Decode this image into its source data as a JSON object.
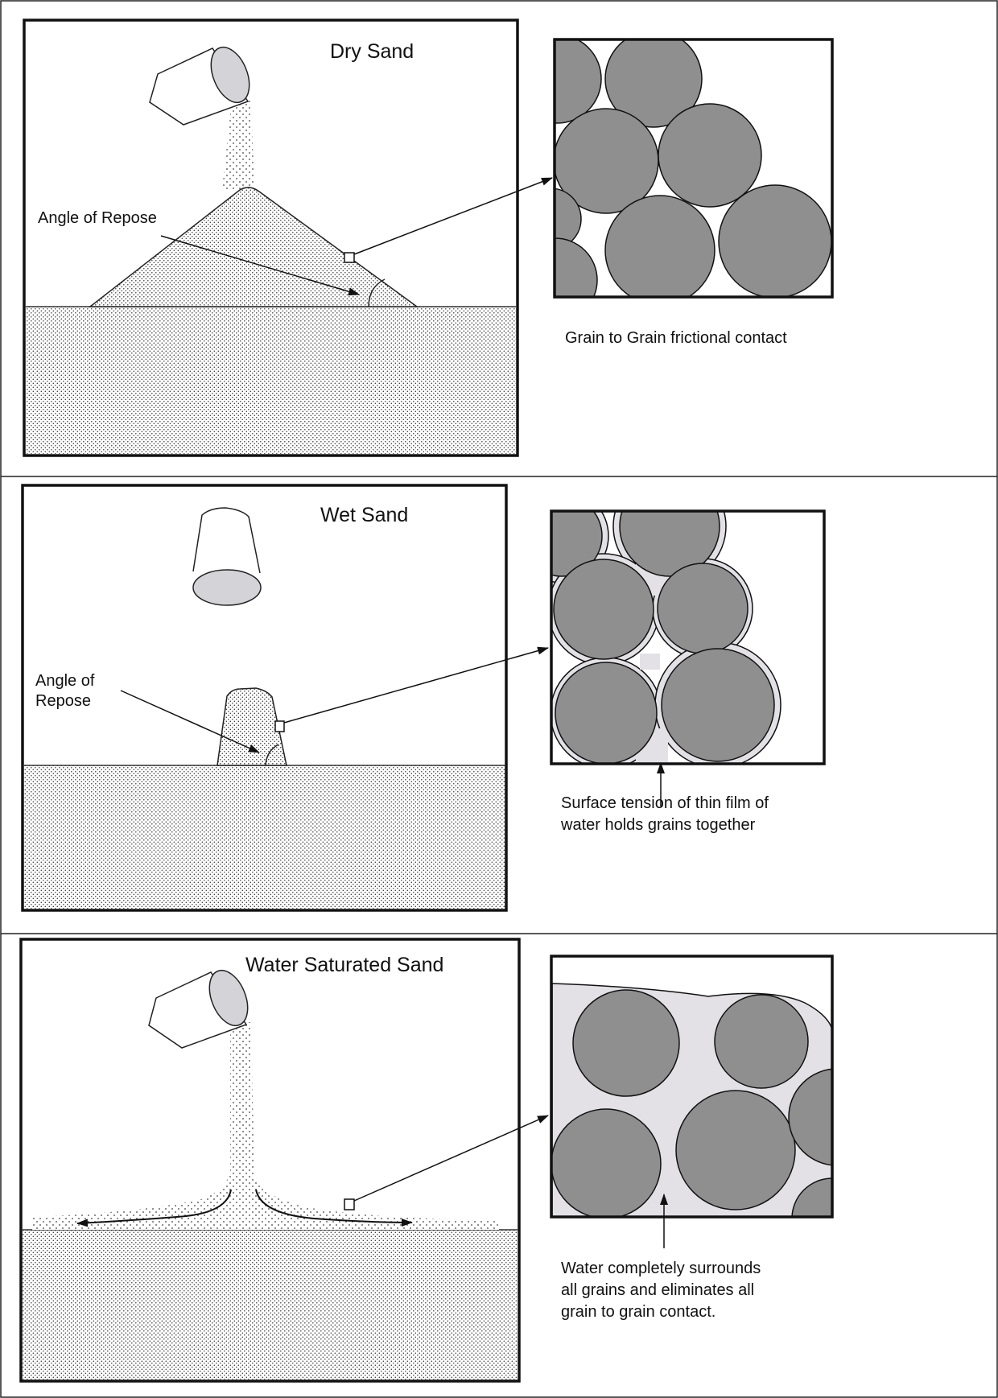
{
  "panels": [
    {
      "id": "dry",
      "title": "Dry Sand",
      "angle_label_lines": [
        "Angle of Repose"
      ],
      "inset_caption_lines": [
        "Grain to Grain frictional contact"
      ]
    },
    {
      "id": "wet",
      "title": "Wet Sand",
      "angle_label_lines": [
        "Angle of",
        "Repose"
      ],
      "inset_caption_lines": [
        "Surface tension of thin film of",
        "water holds grains together"
      ]
    },
    {
      "id": "saturated",
      "title": "Water Saturated Sand",
      "inset_caption_lines": [
        "Water completely surrounds",
        "all grains and eliminates all",
        "grain to grain contact."
      ]
    }
  ],
  "colors": {
    "grain_fill": "#8f8f8f",
    "water_fill": "#e3e1e6",
    "outline": "#111111",
    "bucket_inside": "#d4d3d8",
    "sand_dot": "#333333"
  },
  "icons": [
    "bucket-icon",
    "sand-stream",
    "grain-circles"
  ]
}
